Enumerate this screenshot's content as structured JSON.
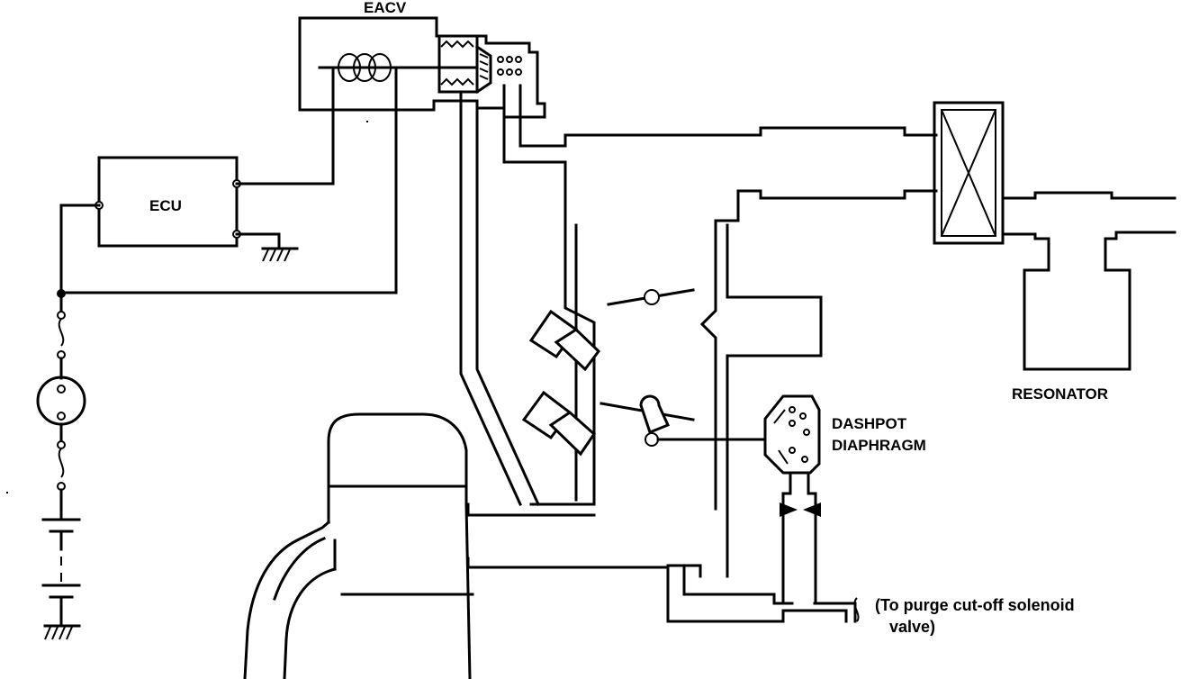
{
  "labels": {
    "eacv": "EACV",
    "ecu": "ECU",
    "resonator": "RESONATOR",
    "dashpot_line1": "DASHPOT",
    "dashpot_line2": "DIAPHRAGM",
    "purge_line1": "(To purge cut-off solenoid",
    "purge_line2": "valve)"
  }
}
